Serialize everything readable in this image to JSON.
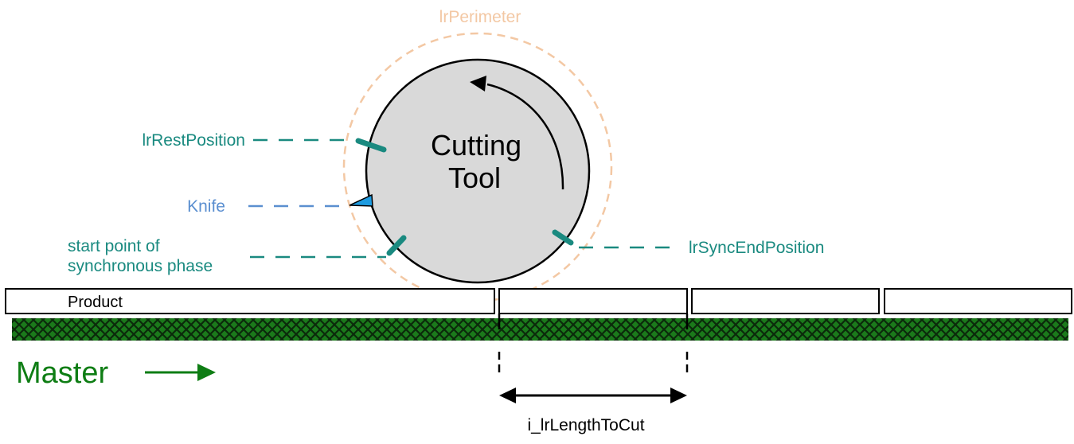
{
  "cutting_tool": {
    "label_line1": "Cutting",
    "label_line2": "Tool"
  },
  "labels": {
    "perimeter": "lrPerimeter",
    "rest_position": "lrRestPosition",
    "knife": "Knife",
    "start_point_line1": "start point of",
    "start_point_line2": "synchronous phase",
    "sync_end_position": "lrSyncEndPosition",
    "product": "Product",
    "master": "Master",
    "length_to_cut": "i_lrLengthToCut"
  },
  "colors": {
    "teal": "#1a8a80",
    "blue": "#5b8fd0",
    "peach": "#f3c8a4",
    "green": "#0e7d14",
    "tool_fill": "#d9d9d9",
    "knife_fill": "#1e9be0"
  }
}
